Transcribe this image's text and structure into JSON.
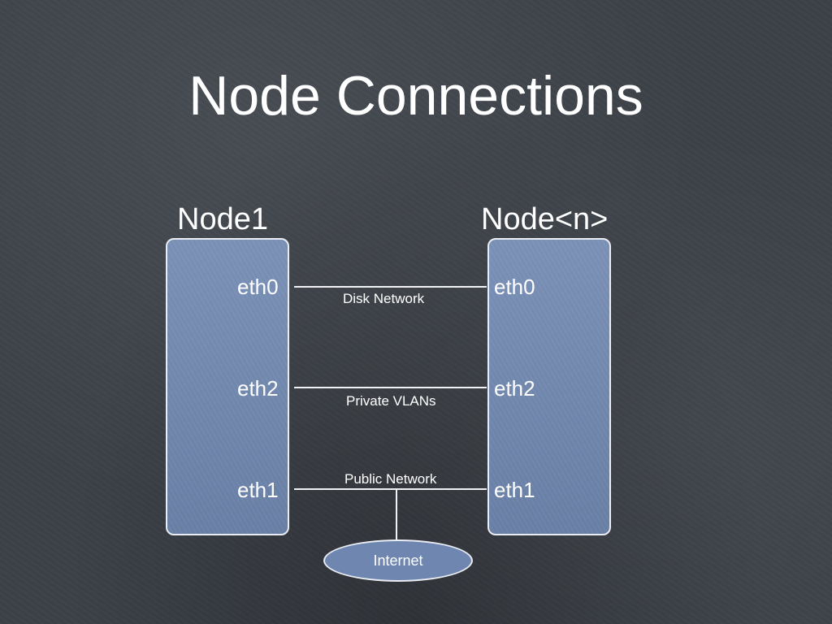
{
  "slide": {
    "title": "Node Connections"
  },
  "nodes": [
    {
      "heading": "Node1",
      "ports": [
        "eth0",
        "eth2",
        "eth1"
      ]
    },
    {
      "heading": "Node<n>",
      "ports": [
        "eth0",
        "eth2",
        "eth1"
      ]
    }
  ],
  "links": [
    {
      "label": "Disk Network"
    },
    {
      "label": "Private VLANs"
    },
    {
      "label": "Public Network"
    }
  ],
  "internet": {
    "label": "Internet"
  },
  "colors": {
    "background": "#3c4148",
    "node_fill": "#6f87b0",
    "line": "#f0f2f5",
    "text": "#ffffff"
  }
}
